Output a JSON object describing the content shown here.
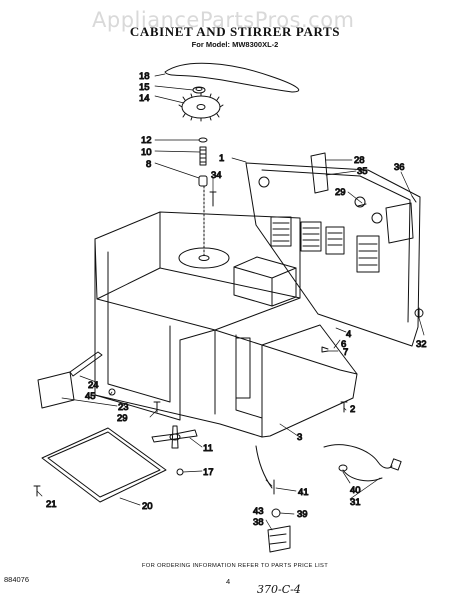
{
  "watermark": "AppliancePartsPros.com",
  "header": {
    "title": "CABINET AND STIRRER PARTS",
    "subtitle": "For Model: MW8300XL-2"
  },
  "callouts": [
    "1",
    "2",
    "3",
    "4",
    "6",
    "7",
    "8",
    "10",
    "11",
    "12",
    "14",
    "15",
    "17",
    "18",
    "20",
    "21",
    "23",
    "24",
    "28",
    "29",
    "29",
    "31",
    "32",
    "34",
    "35",
    "36",
    "38",
    "39",
    "40",
    "41",
    "43",
    "45"
  ],
  "footer": {
    "note": "FOR ORDERING INFORMATION REFER TO PARTS PRICE LIST",
    "doc_number": "884076",
    "page_number": "4",
    "handwritten_note": "370-C-4"
  }
}
